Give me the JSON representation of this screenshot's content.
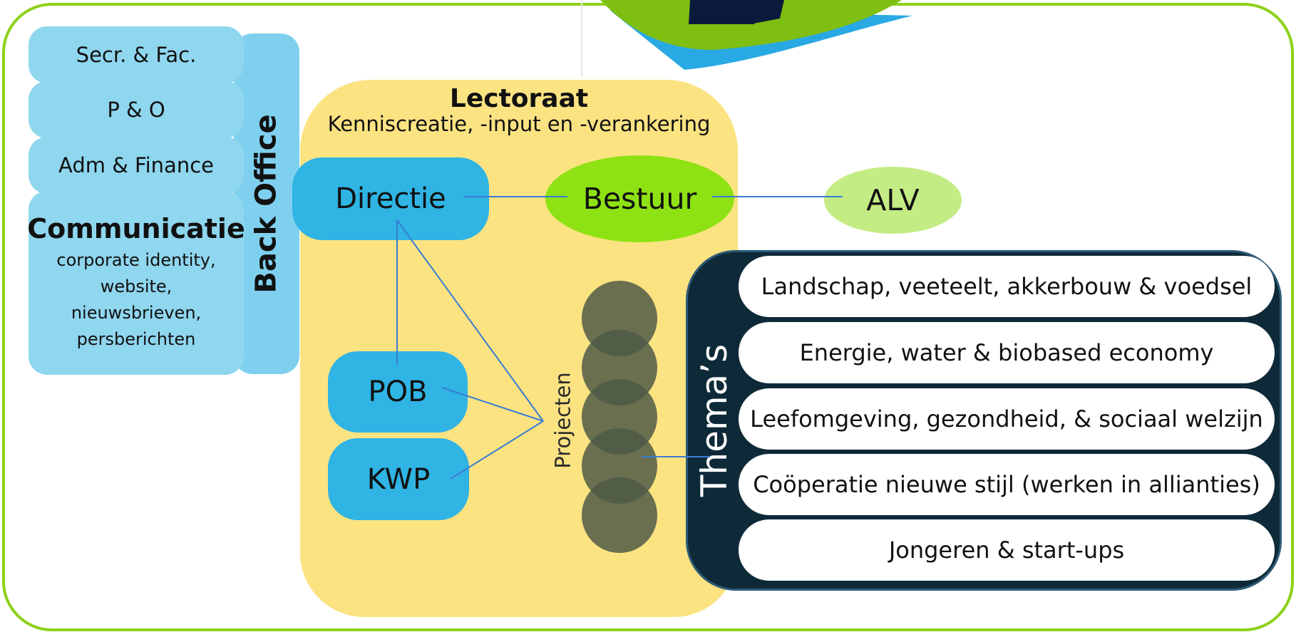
{
  "colors": {
    "frame": "#8dd11a",
    "back_office": "#8fd6ef",
    "lectoraat": "#fbe382",
    "blue_box": "#2fb4e4",
    "bestuur": "#8ee214",
    "alv": "#c4ec84",
    "projects": "#4f5b47",
    "themes_bg": "#0e2a38",
    "connector": "#3a7bd5"
  },
  "back_office": {
    "label": "Back Office",
    "departments": [
      "Secr. & Fac.",
      "P & O",
      "Adm & Finance"
    ],
    "communicatie": {
      "title": "Communicatie",
      "details": [
        "corporate identity,",
        "website,",
        "nieuwsbrieven,",
        "persberichten"
      ]
    }
  },
  "lectoraat": {
    "title": "Lectoraat",
    "subtitle": "Kenniscreatie, -input en -verankering"
  },
  "nodes": {
    "directie": "Directie",
    "bestuur": "Bestuur",
    "alv": "ALV",
    "pob": "POB",
    "kwp": "KWP"
  },
  "projecten": {
    "label": "Projecten",
    "count": 5
  },
  "themes": {
    "label": "Thema’s",
    "items": [
      "Landschap, veeteelt, akkerbouw & voedsel",
      "Energie, water & biobased economy",
      "Leefomgeving, gezondheid, & sociaal welzijn",
      "Coöperatie nieuwe stijl (werken in allianties)",
      "Jongeren & start-ups"
    ]
  }
}
